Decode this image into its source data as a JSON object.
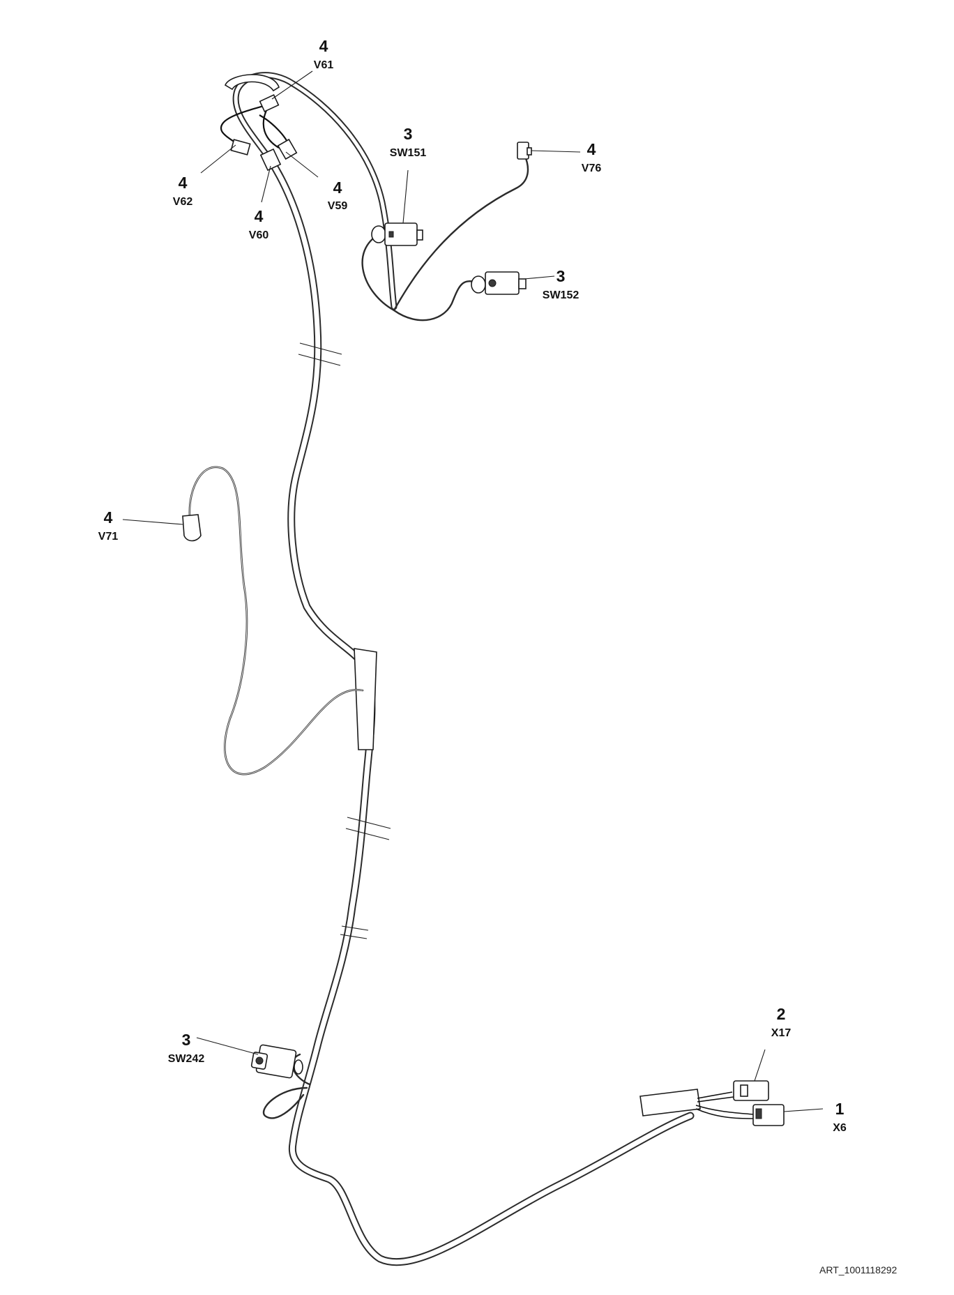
{
  "callouts": [
    {
      "id": "v61",
      "item": "4",
      "ref": "V61"
    },
    {
      "id": "v62",
      "item": "4",
      "ref": "V62"
    },
    {
      "id": "v59",
      "item": "4",
      "ref": "V59"
    },
    {
      "id": "v60",
      "item": "4",
      "ref": "V60"
    },
    {
      "id": "sw151",
      "item": "3",
      "ref": "SW151"
    },
    {
      "id": "v76",
      "item": "4",
      "ref": "V76"
    },
    {
      "id": "sw152",
      "item": "3",
      "ref": "SW152"
    },
    {
      "id": "v71",
      "item": "4",
      "ref": "V71"
    },
    {
      "id": "sw242",
      "item": "3",
      "ref": "SW242"
    },
    {
      "id": "x17",
      "item": "2",
      "ref": "X17"
    },
    {
      "id": "x6",
      "item": "1",
      "ref": "X6"
    }
  ],
  "art_number": "ART_1001118292"
}
